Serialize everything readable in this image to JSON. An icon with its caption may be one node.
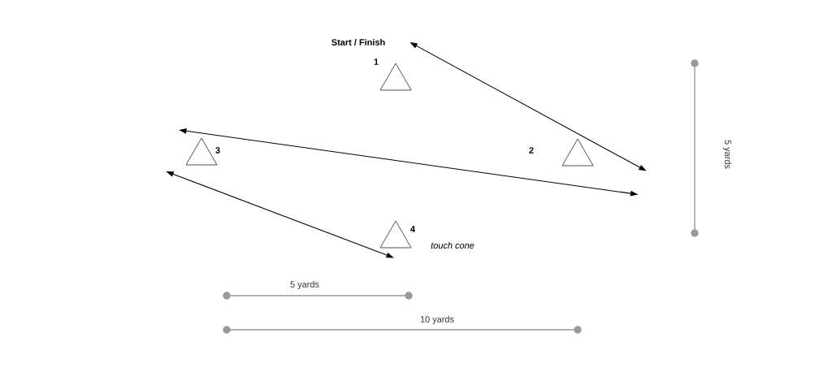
{
  "diagram": {
    "nodes": [
      {
        "text": [
          "Start / Finish"
        ]
      },
      {
        "text": [],
        "shape": "triangle",
        "beside": [
          "1"
        ]
      },
      {
        "text": [],
        "shape": "triangle",
        "beside": [
          "3"
        ]
      },
      {
        "text": [],
        "shape": "triangle",
        "beside": [
          "2"
        ]
      },
      {
        "text": [],
        "shape": "triangle",
        "beside": [
          "4",
          "touch cone"
        ]
      }
    ],
    "edges": [
      {
        "from": 0,
        "to": 3,
        "arrow": "both"
      },
      {
        "from": 2,
        "to": 3,
        "arrow": "both"
      },
      {
        "from": 2,
        "to": 4,
        "arrow": "both"
      }
    ],
    "labels": [
      "5 yards",
      "5 yards",
      "10 yards"
    ]
  }
}
